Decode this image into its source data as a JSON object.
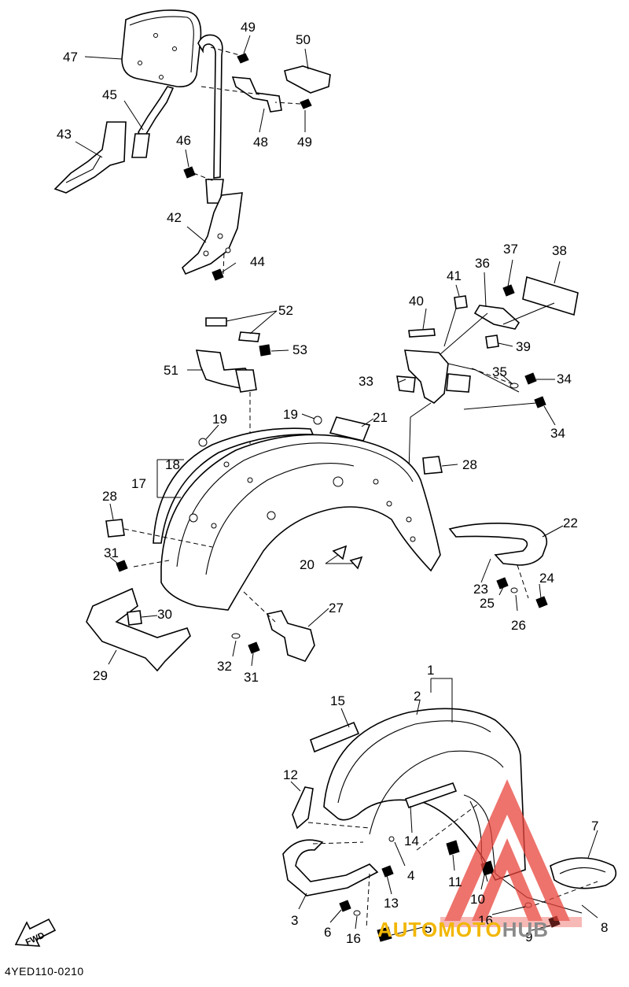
{
  "diagram_code": "4YED110-0210",
  "fwd_label": "FWD",
  "watermark": {
    "part1": "AUTOMOTO",
    "part2": "HUB",
    "color_primary": "#f2b705",
    "color_secondary": "#8a8a8a",
    "color_logo": "#e8453c"
  },
  "callouts": [
    "1",
    "2",
    "3",
    "4",
    "5",
    "6",
    "7",
    "8",
    "9",
    "10",
    "11",
    "12",
    "13",
    "14",
    "15",
    "16",
    "17",
    "18",
    "19",
    "20",
    "21",
    "22",
    "23",
    "24",
    "25",
    "26",
    "27",
    "28",
    "29",
    "30",
    "31",
    "32",
    "33",
    "34",
    "35",
    "36",
    "37",
    "38",
    "39",
    "40",
    "41",
    "42",
    "43",
    "44",
    "45",
    "46",
    "47",
    "48",
    "49",
    "50",
    "51",
    "52",
    "53"
  ],
  "extra_callouts": {
    "16b": "16",
    "19b": "19",
    "28b": "28",
    "31b": "31",
    "34b": "34",
    "49b": "49"
  }
}
